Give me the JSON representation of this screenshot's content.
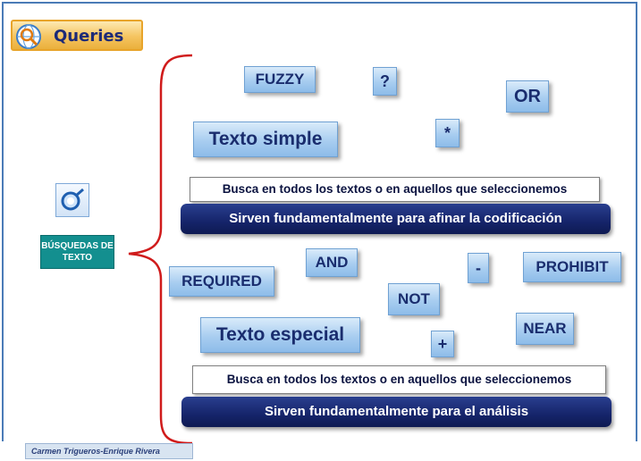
{
  "title": "Queries",
  "section_label": "BÚSQUEDAS DE TEXTO",
  "icons": {
    "title": "search-globe-icon",
    "section": "search-icon"
  },
  "colors": {
    "accent_teal": "#138f8f",
    "navy": "#15246a",
    "brace_red": "#d01b1b",
    "tag_text": "#1a2d6e"
  },
  "simple": {
    "operators": [
      "FUZZY",
      "?",
      "OR",
      "*"
    ],
    "main_tag": "Texto simple",
    "description": "Busca en todos los textos o en aquellos que seleccionemos",
    "purpose": "Sirven fundamentalmente para afinar la codificación"
  },
  "special": {
    "operators": [
      "REQUIRED",
      "AND",
      "-",
      "PROHIBIT",
      "NOT",
      "NEAR",
      "+"
    ],
    "main_tag": "Texto especial",
    "description": "Busca en todos los textos o en aquellos que seleccionemos",
    "purpose": "Sirven fundamentalmente para el análisis"
  },
  "footer": "Carmen Trigueros-Enrique Rivera"
}
